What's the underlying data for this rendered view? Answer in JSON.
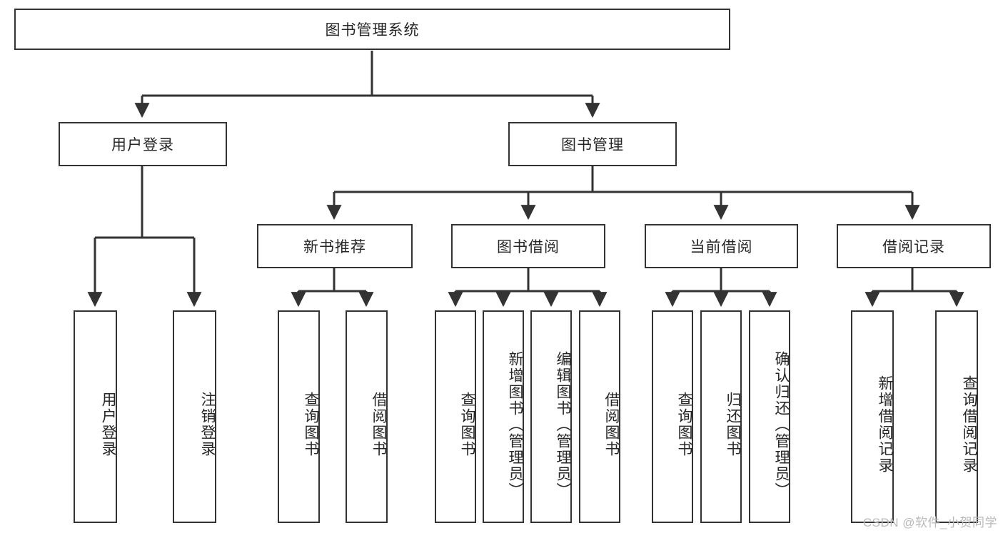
{
  "diagram": {
    "title": "图书管理系统",
    "type": "hierarchy-tree",
    "colors": {
      "box_border": "#333333",
      "box_fill": "#ffffff",
      "connector": "#333333",
      "text": "#262626",
      "watermark": "#b9b9b9",
      "background": "#ffffff"
    },
    "root": {
      "label": "图书管理系统"
    },
    "level2": [
      {
        "label": "用户登录"
      },
      {
        "label": "图书管理"
      }
    ],
    "level3": [
      {
        "label": "新书推荐"
      },
      {
        "label": "图书借阅"
      },
      {
        "label": "当前借阅"
      },
      {
        "label": "借阅记录"
      }
    ],
    "leaves": {
      "user_login": [
        {
          "label": "用户登录"
        },
        {
          "label": "注销登录"
        }
      ],
      "new_book_recommend": [
        {
          "label": "查询图书"
        },
        {
          "label": "借阅图书"
        }
      ],
      "book_borrow": [
        {
          "label": "查询图书"
        },
        {
          "label": "新增图书（管理员）"
        },
        {
          "label": "编辑图书（管理员）"
        },
        {
          "label": "借阅图书"
        }
      ],
      "current_borrow": [
        {
          "label": "查询图书"
        },
        {
          "label": "归还图书"
        },
        {
          "label": "确认归还（管理员）"
        }
      ],
      "borrow_record": [
        {
          "label": "新增借阅记录"
        },
        {
          "label": "查询借阅记录"
        }
      ]
    },
    "watermark": "CSDN @软件_小贺同学"
  }
}
